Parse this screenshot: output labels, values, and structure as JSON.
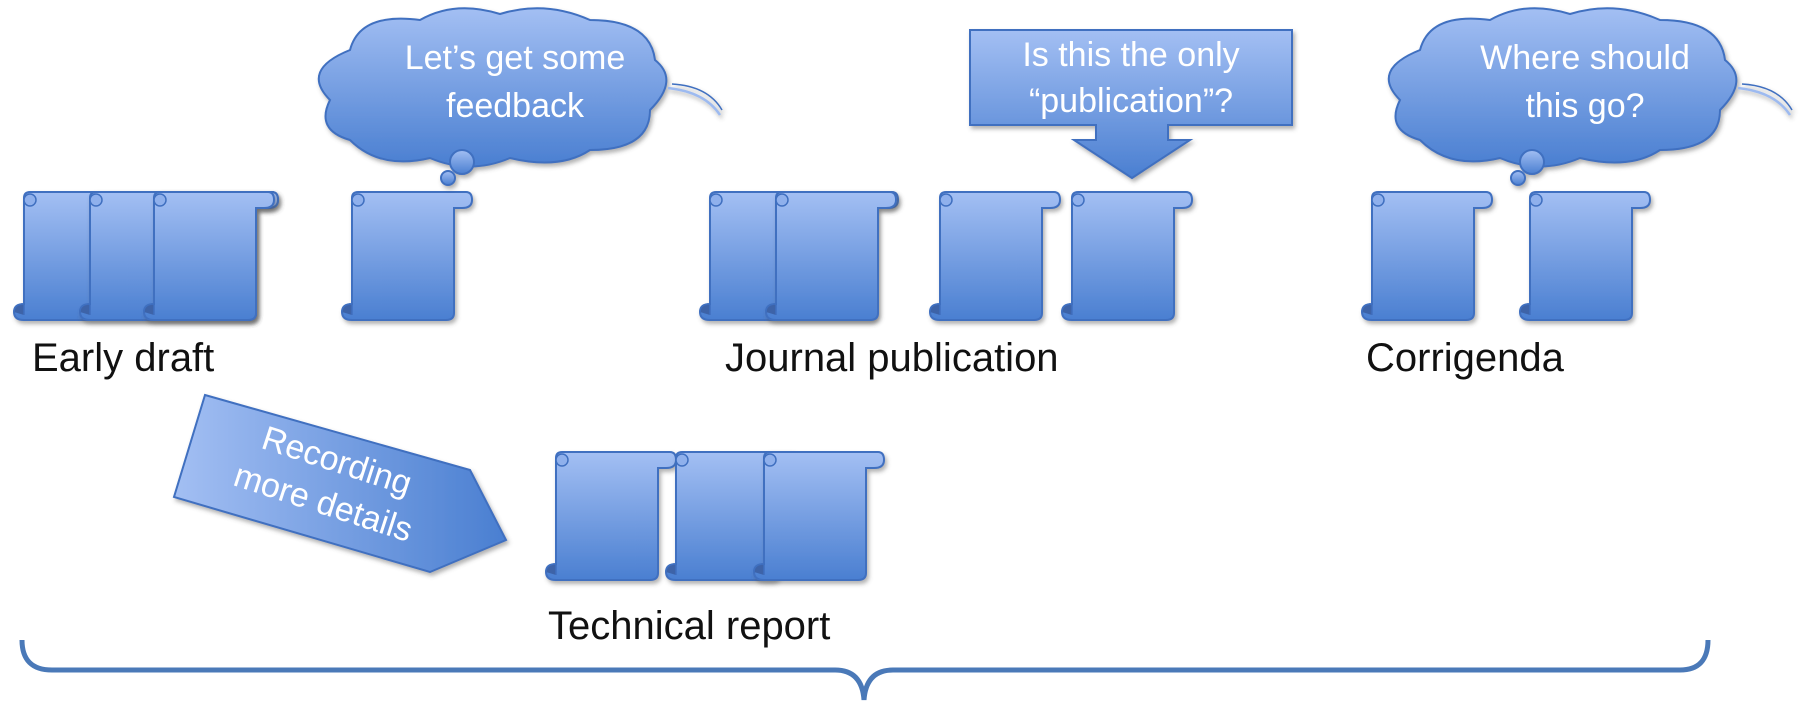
{
  "labels": {
    "early_draft": "Early draft",
    "journal_publication": "Journal publication",
    "corrigenda": "Corrigenda",
    "technical_report": "Technical report"
  },
  "bubbles": {
    "feedback_line1": "Let’s get some",
    "feedback_line2": "feedback",
    "where_line1": "Where should",
    "where_line2": "this go?"
  },
  "callout": {
    "line1": "Is this the only",
    "line2": "“publication”?"
  },
  "arrow": {
    "line1": "Recording",
    "line2": "more details"
  },
  "icons": {
    "document": "scroll-document-icon",
    "thought": "thought-bubble-icon",
    "callout": "down-arrow-callout-icon",
    "arrow": "right-arrow-icon",
    "brace": "curly-brace-icon"
  },
  "colors": {
    "shape_top": "#9dbaf0",
    "shape_bottom": "#4f82d3",
    "outline": "#3f6fc0",
    "shadow": "#8a8f99",
    "brace": "#4a79b8"
  }
}
